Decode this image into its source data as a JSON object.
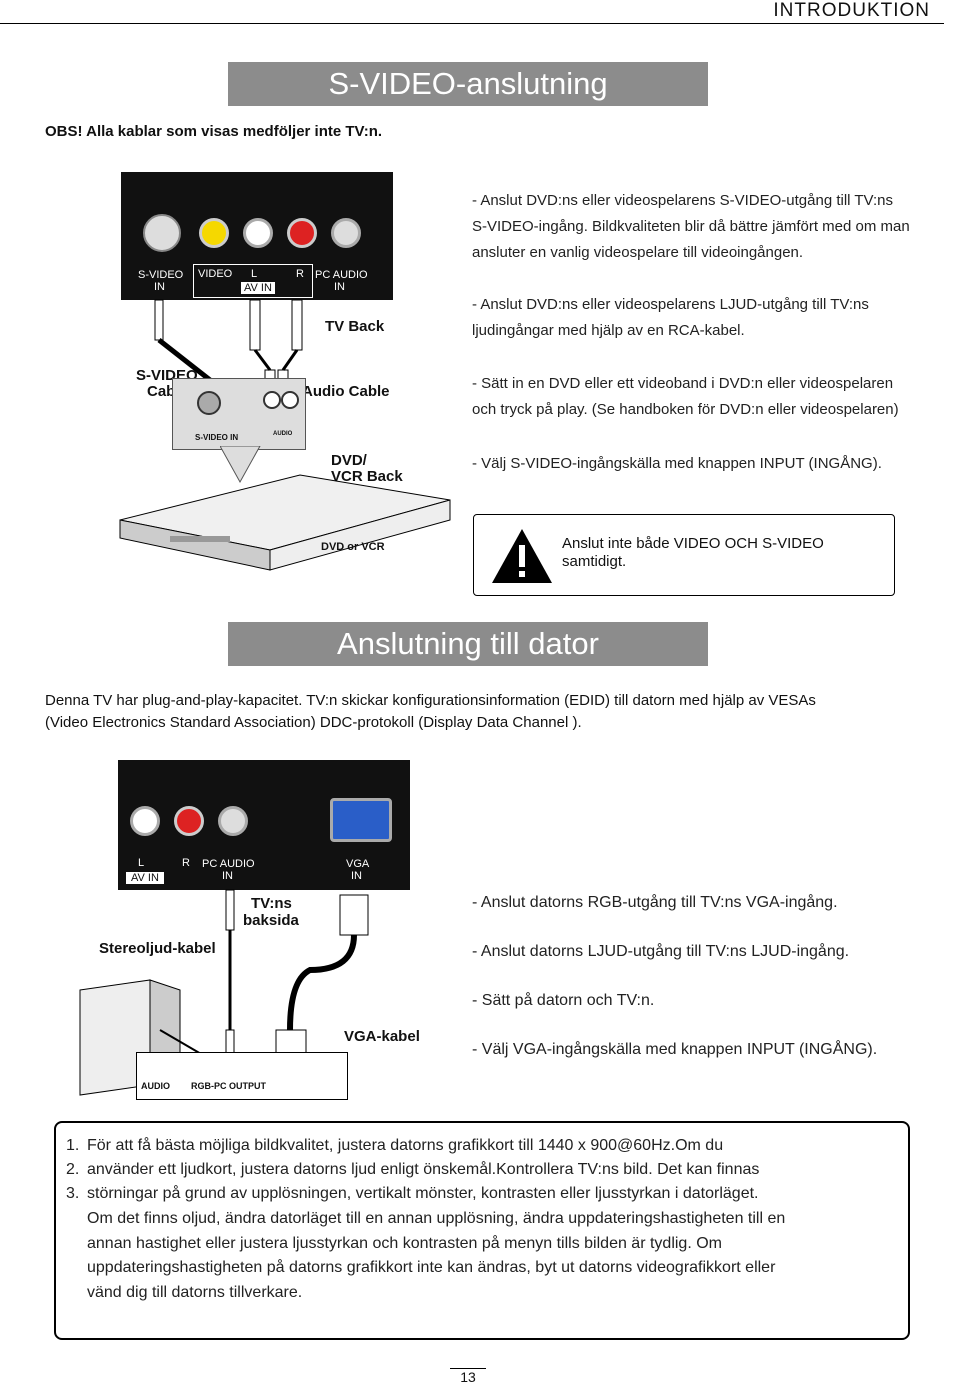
{
  "header": {
    "section": "INTRODUKTION"
  },
  "svideo": {
    "title": "S-VIDEO-anslutning",
    "obs": "OBS! Alla kablar som visas medföljer inte TV:n.",
    "panel_labels": {
      "svideo_in": "S-VIDEO",
      "svideo_in2": "IN",
      "video": "VIDEO",
      "l": "L",
      "r": "R",
      "av_in": "AV IN",
      "pc_audio": "PC AUDIO",
      "pc_audio_in": "IN"
    },
    "tv_back": "TV Back",
    "svideo_cable": "S-VIDEO",
    "svideo_cable2": "Cable",
    "audio_cable": "Audio Cable",
    "dvd_label": "DVD/",
    "vcr_back": "VCR Back",
    "dvd_svideo_in": "S-VIDEO IN",
    "dvd_audio": "AUDIO",
    "dvd_or_vcr": "DVD or VCR",
    "instructions": [
      "- Anslut DVD:ns eller videospelarens S-VIDEO-utgång till TV:ns",
      "  S-VIDEO-ingång. Bildkvaliteten blir då bättre jämfört med om man",
      "  ansluter en vanlig videospelare till videoingången.",
      "- Anslut DVD:ns eller videospelarens LJUD-utgång till TV:ns",
      "  ljudingångar med hjälp av en RCA-kabel.",
      "- Sätt in en DVD eller ett videoband i DVD:n eller videospelaren",
      "  och tryck på play. (Se handboken för DVD:n eller videospelaren)",
      "- Välj S-VIDEO-ingångskälla med knappen INPUT (INGÅNG)."
    ],
    "warning_line1": "Anslut inte både VIDEO OCH S-VIDEO",
    "warning_line2": "samtidigt."
  },
  "pc": {
    "title": "Anslutning till dator",
    "intro_line1": "Denna TV har plug-and-play-kapacitet. TV:n skickar konfigurationsinformation (EDID) till datorn med hjälp av VESAs",
    "intro_line2": "(Video Electronics Standard Association) DDC-protokoll (Display Data Channel ).",
    "panel_labels": {
      "l": "L",
      "r": "R",
      "av_in": "AV IN",
      "pc_audio": "PC AUDIO",
      "pc_audio_in": "IN",
      "vga": "VGA",
      "vga_in": "IN"
    },
    "tv_back_1": "TV:ns",
    "tv_back_2": "baksida",
    "stereo_cable": "Stereoljud-kabel",
    "vga_cable": "VGA-kabel",
    "pc_audio_port": "AUDIO",
    "pc_rgb_output": "RGB-PC OUTPUT",
    "instructions": [
      "- Anslut datorns RGB-utgång till TV:ns VGA-ingång.",
      "- Anslut datorns LJUD-utgång till TV:ns LJUD-ingång.",
      "- Sätt på datorn och TV:n.",
      "- Välj VGA-ingångskälla med knappen INPUT (INGÅNG)."
    ]
  },
  "notes": {
    "numbers": [
      "1.",
      "2.",
      "3."
    ],
    "lines": [
      "För att få bästa möjliga bildkvalitet, justera datorns grafikkort till 1440 x 900@60Hz.Om du",
      "använder ett ljudkort, justera datorns ljud enligt önskemål.Kontrollera TV:ns bild. Det kan finnas",
      "störningar på grund av upplösningen, vertikalt mönster, kontrasten eller ljusstyrkan i datorläget.",
      "Om det finns oljud, ändra datorläget till en annan upplösning, ändra uppdateringshastigheten till en",
      "annan hastighet eller justera ljusstyrkan och kontrasten på menyn tills bilden är tydlig. Om",
      "uppdateringshastigheten på datorns grafikkort inte kan ändras, byt ut datorns videografikkort eller",
      "vänd dig till datorns tillverkare."
    ]
  },
  "page_number": "13"
}
